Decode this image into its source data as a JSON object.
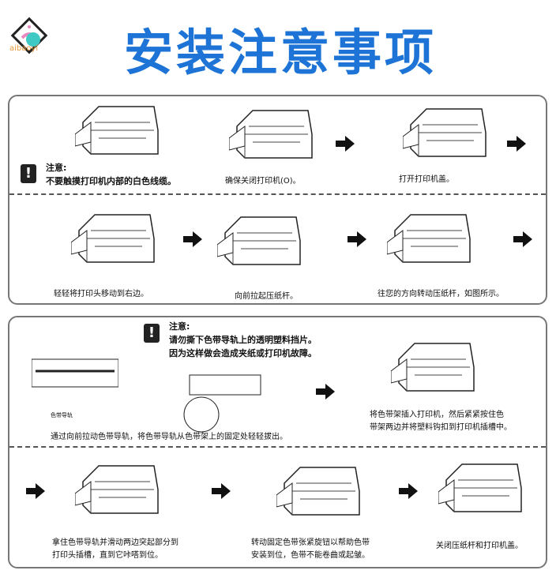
{
  "header": {
    "title": "安装注意事项",
    "brand": "aibaoyl"
  },
  "section1": {
    "warning_label": "注意:",
    "warning_text": "不要触摸打印机内部的白色线缆。",
    "steps": [
      "确保关闭打印机(O)。",
      "打开打印机盖。",
      "轻轻将打印头移动到右边。",
      "向前拉起压纸杆。",
      "往您的方向转动压纸杆，如图所示。"
    ]
  },
  "section2": {
    "warning_label": "注意:",
    "warning_lines": [
      "请勿撕下色带导轨上的透明塑料挡片。",
      "因为这样做会造成夹纸或打印机故障。"
    ],
    "guide_label": "色带导轨",
    "steps": [
      {
        "lines": [
          "通过向前拉动色带导轨，将色带导轨从色带架上的固定处轻轻拔出。"
        ]
      },
      {
        "lines": [
          "将色带架插入打印机，然后紧紧按住色",
          "带架两边并将塑料钩扣到打印机插槽中。"
        ]
      },
      {
        "lines": [
          "拿住色带导轨并滑动两边突起部分到",
          "打印头插槽，直到它咔嗒到位。"
        ]
      },
      {
        "lines": [
          "转动固定色带张紧旋钮以帮助色带",
          "安装到位，色带不能卷曲或起皱。"
        ]
      },
      {
        "lines": [
          "关闭压纸杆和打印机盖。"
        ]
      }
    ]
  }
}
